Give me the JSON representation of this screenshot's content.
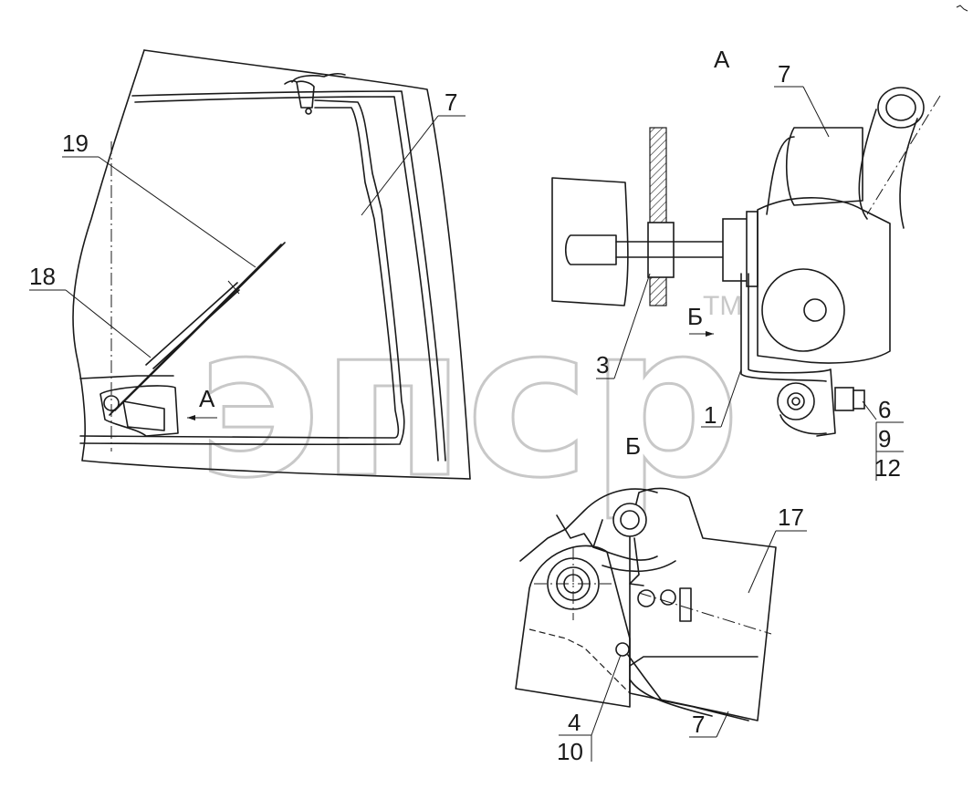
{
  "watermark": {
    "text": "эпср",
    "tm": "TM"
  },
  "view_labels": {
    "a_main": "А",
    "a_arrow": "А",
    "b_arrow": "Б",
    "b_section": "Б"
  },
  "callouts": {
    "c19": "19",
    "c18": "18",
    "c7_left": "7",
    "c7_view": "7",
    "c3": "3",
    "c1": "1",
    "c6": "6",
    "c9": "9",
    "c12": "12",
    "c17": "17",
    "c4": "4",
    "c10": "10",
    "c7_bottom": "7"
  }
}
